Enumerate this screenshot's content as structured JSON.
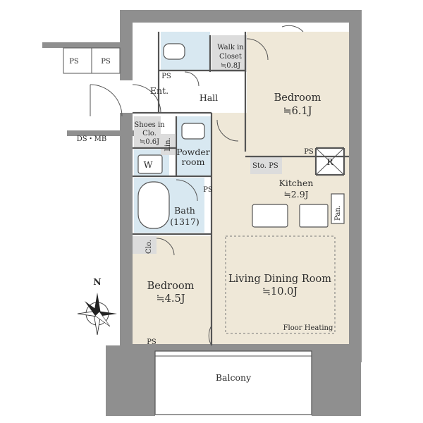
{
  "labels": {
    "ps_top_1": "PS",
    "ps_top_2": "PS",
    "ds_mb": "DS・MB",
    "ent": "Ent.",
    "hall": "Hall",
    "walk_in_closet_1": "Walk in",
    "walk_in_closet_2": "Closet",
    "walk_in_closet_3": "≒0.8J",
    "ps_toilet": "PS",
    "bedroom1_name": "Bedroom",
    "bedroom1_size": "≒6.1J",
    "shoes_1": "Shoes in",
    "shoes_2": "Clo.",
    "shoes_3": "≒0.6J",
    "lin": "Lin.",
    "w": "W",
    "powder_1": "Powder",
    "powder_2": "room",
    "sto": "Sto.",
    "ps_sto": "PS",
    "ps_r": "PS",
    "r": "R",
    "kitchen_name": "Kitchen",
    "kitchen_size": "≒2.9J",
    "ps_bath": "PS",
    "bath_1": "Bath",
    "bath_2": "(1317)",
    "pan": "Pan.",
    "clo": "Clo.",
    "bedroom2_name": "Bedroom",
    "bedroom2_size": "≒4.5J",
    "ldr_name": "Living Dining Room",
    "ldr_size": "≒10.0J",
    "floor_heating": "Floor Heating",
    "ps_bottom": "PS",
    "balcony": "Balcony",
    "north": "N"
  },
  "colors": {
    "wall": "#8f8f8f",
    "floor": "#efe8d8",
    "wet": "#d8e8f1",
    "storage": "#dcdcdc",
    "line": "#555555"
  }
}
